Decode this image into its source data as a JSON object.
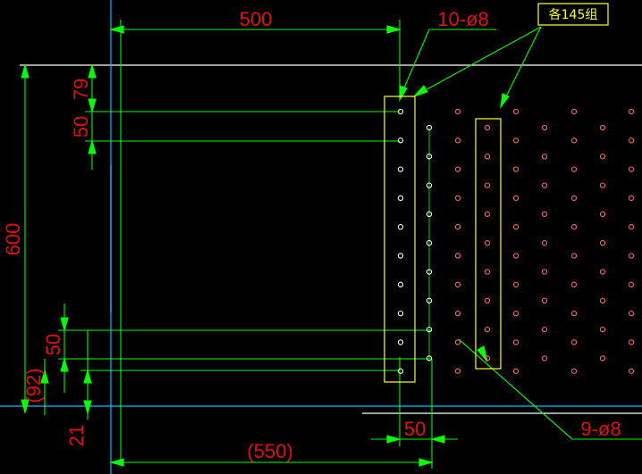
{
  "drawing": {
    "background": "#000000",
    "colors": {
      "dimension_line": "#00ff00",
      "dimension_text": "#e01010",
      "frame_line": "#ffffff",
      "highlight_box": "#ffff33",
      "hole_white": "#ffffff",
      "hole_red": "#ff6666",
      "axis_line": "#00bfff"
    },
    "labels": {
      "top_width": "500",
      "hole_callout_top": "10-ø8",
      "group_callout": "各145组",
      "left_height": "600",
      "dim_79": "79",
      "dim_50_top": "50",
      "dim_50_bottom": "50",
      "dim_92": "(92)",
      "dim_21": "21",
      "bottom_width": "(550)",
      "dim_50_right": "50",
      "hole_callout_bottom": "9-ø8"
    }
  }
}
